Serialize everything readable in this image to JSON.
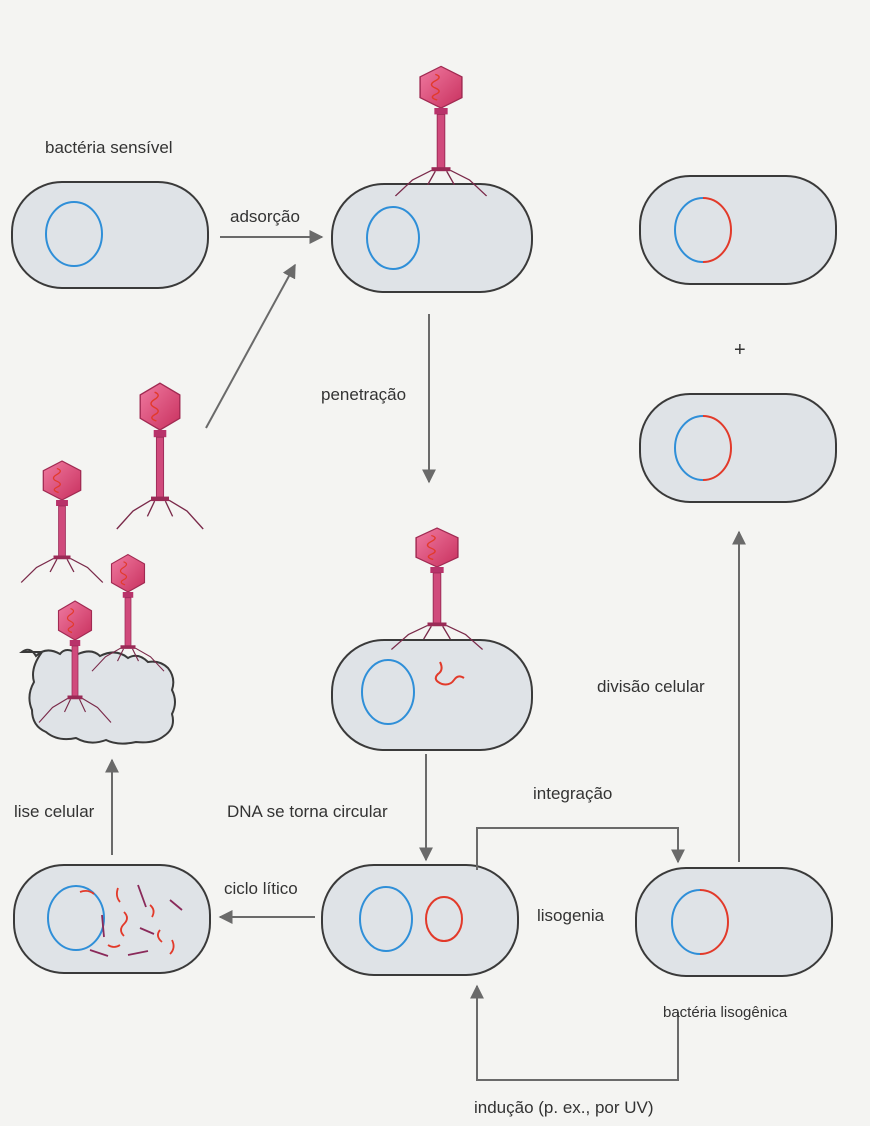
{
  "labels": {
    "sensitive": "bactéria sensível",
    "adsorption": "adsorção",
    "penetration": "penetração",
    "circularize": "DNA se torna circular",
    "lytic_cycle": "ciclo lítico",
    "lysogeny": "lisogenia",
    "integration": "integração",
    "lysis": "lise celular",
    "cell_division": "divisão celular",
    "lysogenic": "bactéria lisogênica",
    "induction": "indução (p. ex., por UV)",
    "plus": "+"
  },
  "colors": {
    "cell_fill": "#dfe3e7",
    "cell_stroke": "#3a3a3a",
    "bacterial_dna": "#2f8fd8",
    "phage_dna": "#e23a2a",
    "phage_head": "#e0457a",
    "phage_tail": "#b8326a",
    "phage_legs": "#7a2a4a",
    "arrow": "#6a6a6a"
  },
  "icons": [
    "bacteriophage-icon",
    "bacterial-cell-icon",
    "arrow-icon"
  ]
}
